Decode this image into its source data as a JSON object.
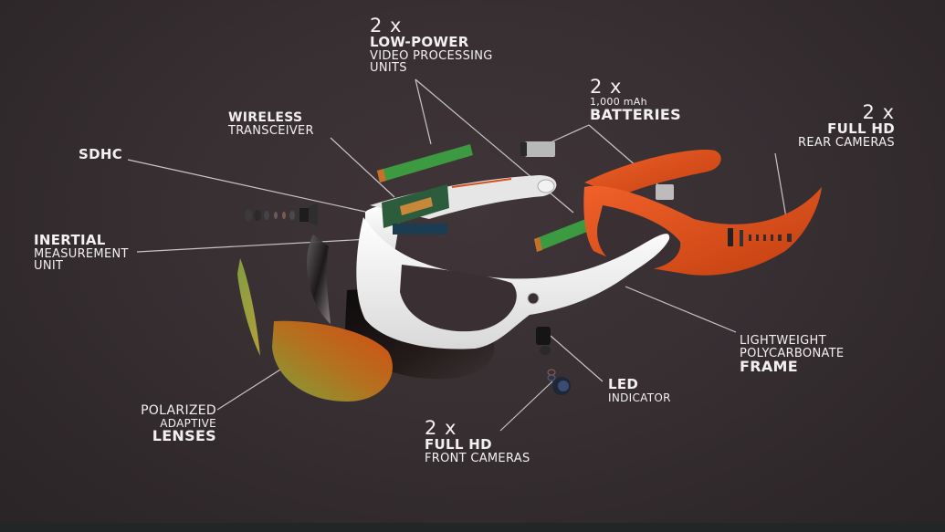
{
  "diagram": {
    "subject": "Exploded view of smart glasses",
    "colors": {
      "background": "#3a3033",
      "bottom_bar": "#222627",
      "text": "#f2f0f0",
      "leader_line": "#c9c5c5",
      "rear_frame": "#e0541e",
      "front_frame": "#f4f4f4",
      "pcb": "#3f9a3f"
    },
    "labels": {
      "video_units": {
        "count": "2 x",
        "bold": "LOW-POWER",
        "line1": "VIDEO PROCESSING",
        "line2": "UNITS"
      },
      "batteries": {
        "count": "2 x",
        "capacity": "1,000 mAh",
        "bold": "BATTERIES"
      },
      "rear_cameras": {
        "count": "2 x",
        "bold": "FULL HD",
        "line1": "REAR CAMERAS"
      },
      "wireless": {
        "bold": "WIRELESS",
        "line1": "TRANSCEIVER"
      },
      "sdhc": {
        "bold": "SDHC"
      },
      "imu": {
        "bold": "INERTIAL",
        "line1": "MEASUREMENT",
        "line2": "UNIT"
      },
      "lenses": {
        "line1": "POLARIZED",
        "line2": "ADAPTIVE",
        "bold": "LENSES"
      },
      "front_cameras": {
        "count": "2 x",
        "bold": "FULL HD",
        "line1": "FRONT CAMERAS"
      },
      "led": {
        "bold": "LED",
        "line1": "INDICATOR"
      },
      "frame": {
        "line1": "LIGHTWEIGHT",
        "line2": "POLYCARBONATE",
        "bold": "FRAME"
      }
    }
  }
}
